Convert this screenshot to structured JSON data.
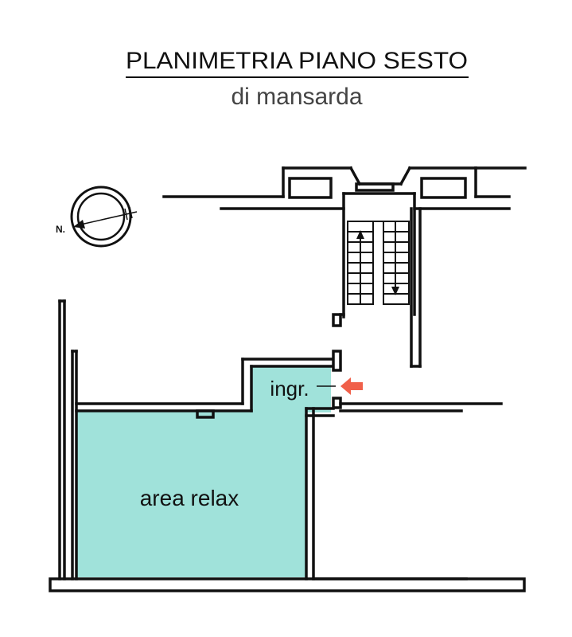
{
  "header": {
    "title": "PLANIMETRIA PIANO SESTO",
    "subtitle": "di mansarda"
  },
  "compass": {
    "label": "N."
  },
  "rooms": {
    "area_relax": "area relax",
    "entrance": "ingr."
  },
  "colors": {
    "room_fill": "#a0e2da",
    "wall": "#111111",
    "arrow": "#f0604a",
    "subtitle": "#444444"
  }
}
